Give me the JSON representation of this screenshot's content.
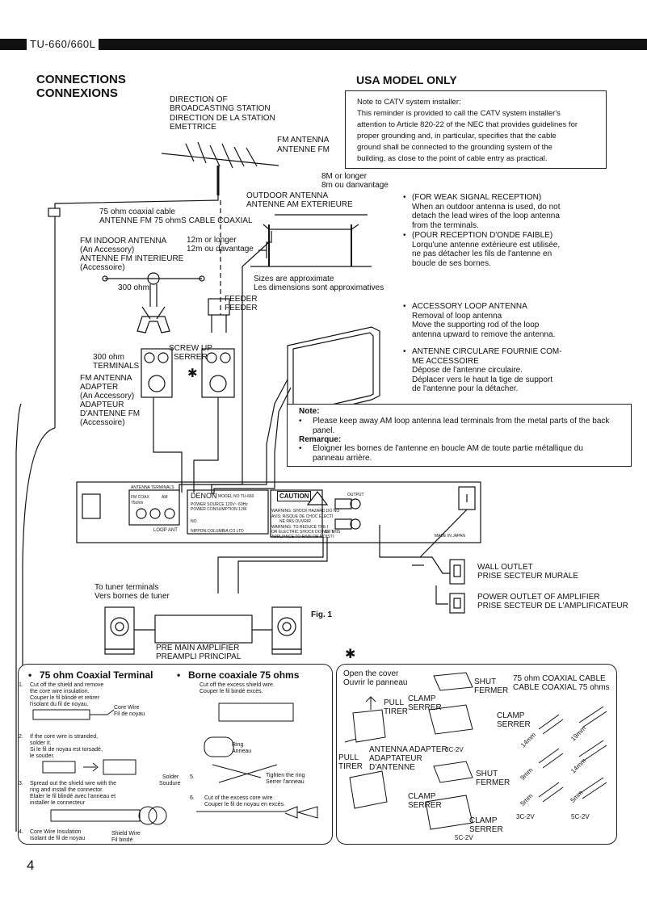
{
  "header": {
    "model": "TU-660/660L"
  },
  "titles": {
    "connections": "CONNECTIONS",
    "connexions": "CONNEXIONS",
    "usa": "USA MODEL ONLY"
  },
  "catv_note": {
    "line1": "Note to CATV system installer:",
    "line2": "This reminder is provided to call the CATV system installer's",
    "line3": "attention to Article 820-22 of the NEC that provides guidelines for",
    "line4": "proper grounding and, in particular, specifies that the cable",
    "line5": "ground shall be connected to the grounding system of the",
    "line6": "building, as close to the point of cable entry as practical."
  },
  "diagram": {
    "dir1": "DIRECTION OF",
    "dir2": "BROADCASTING STATION",
    "dir3": "DIRECTION DE LA STATION",
    "dir4": "EMETTRICE",
    "fm_ant1": "FM ANTENNA",
    "fm_ant2": "ANTENNE FM",
    "eight_m1": "8M or longer",
    "eight_m2": "8m ou danvantage",
    "outdoor1": "OUTDOOR ANTENNA",
    "outdoor2": "ANTENNE AM EXTERIEURE",
    "coax1": "75 ohm coaxial cable",
    "coax2": "ANTENNE FM 75 ohmS CABLE COAXIAL",
    "indoor1": "FM INDOOR ANTENNA",
    "indoor2": "(An Accessory)",
    "indoor3": "ANTENNE FM INTERIEURE",
    "indoor4": "(Accessoire)",
    "twelve1": "12m or longer",
    "twelve2": "12m ou davantage",
    "ohm300": "300 ohm",
    "sizes1": "Sizes are approximate",
    "sizes2": "Les dimensions sont approximatives",
    "feeder1": "FEEDER",
    "feeder2": "FEEDER",
    "screw1": "SCREW UP",
    "screw2": "SERRER",
    "term1": "300 ohm",
    "term2": "TERMINALS",
    "adapter1": "FM ANTENNA",
    "adapter2": "ADAPTER",
    "adapter3": "(An Accessory)",
    "adapter4": "ADAPTEUR",
    "adapter5": "D'ANTENNE FM",
    "adapter6": "(Accessoire)",
    "asterisk": "✱",
    "to_tuner1": "To tuner terminals",
    "to_tuner2": "Vers bornes de tuner",
    "pre1": "PRE MAIN AMPLIFIER",
    "pre2": "PREAMPLI PRINCIPAL",
    "fig": "Fig. 1",
    "wall1": "WALL OUTLET",
    "wall2": "PRISE SECTEUR MURALE",
    "power1": "POWER OUTLET OF AMPLIFIER",
    "power2": "PRISE SECTEUR DE L'AMPLIFICATEUR",
    "brand": "DENON",
    "caution": "CAUTION",
    "output": "OUTPUT",
    "made": "MADE IN JAPAN",
    "loop_ant": "LOOP ANT",
    "ant_term": "ANTENNA TERMINALS",
    "fm_coax": "FM COAX",
    "am": "AM",
    "ohm75": "75ohm",
    "model_line": "MODEL NO TU-660",
    "power_src": "POWER SOURCE 120V~ 60Hz",
    "power_cons": "POWER CONSUMPTION 12W",
    "no": "NO",
    "maker": "NIPPON COLUMBIA CO LTD",
    "warn1": "WARNING: SHOCK HAZARD DO NO",
    "warn2": "AVIS: RISQUE DE CHOC ELECTI",
    "warn3": "NE PAS OUVRIR",
    "warn4": "WARNING: TO REDUCE THE I",
    "warn5": "OR ELECTRIC SHOCK DO NOT E",
    "warn6": "APPLIANCE TO RAIN OR MOISTI",
    "warn_se": "SE THIS"
  },
  "bullets": {
    "weak1": "(FOR WEAK SIGNAL RECEPTION)",
    "weak2": "When an outdoor antenna is used, do not",
    "weak3": "detach the lead wires of the loop antenna",
    "weak4": "from the terminals.",
    "faible1": "(POUR RECEPTION D'ONDE FAIBLE)",
    "faible2": "Lorqu'une antenne extérieure est utilisée,",
    "faible3": "ne pas détacher les fils de l'antenne en",
    "faible4": "boucle de ses bornes.",
    "acc1": "ACCESSORY LOOP ANTENNA",
    "acc2": "Removal of loop antenna",
    "acc3": "Move the supporting rod of the loop",
    "acc4": "antenna upward to remove the antenna.",
    "circ1": "ANTENNE CIRCULARE FOURNIE COM-",
    "circ2": "ME ACCESSOIRE",
    "circ3": "Dépose de l'antenne circulaire.",
    "circ4": "Déplacer vers le haut la tige de support",
    "circ5": "de l'antenne pour la détacher.",
    "bullet": "•"
  },
  "note_box": {
    "note": "Note:",
    "n1": "Please keep away AM loop antenna lead terminals from the metal parts of the back",
    "n2": "panel.",
    "remarque": "Remarque:",
    "r1": "Eloigner les bornes de l'antenne en boucle AM de toute partie métallique du",
    "r2": "panneau arrière."
  },
  "coax_section": {
    "head_en": "75 ohm Coaxial Terminal",
    "head_fr": "Borne coaxiale 75 ohms",
    "s1a": "Cut off the shield and remove",
    "s1b": "the core wire insulation.",
    "s1c": "Couper le fil blindé et retirer",
    "s1d": "l'isolant du fil de noyau.",
    "core1": "Core Wire",
    "core2": "Fil de noyau",
    "s2a": "If the core wire is stranded,",
    "s2b": "solder it.",
    "s2c": "Si le fil de noyau est torsadé,",
    "s2d": "le souder.",
    "solder1": "Solder",
    "solder2": "Soudure",
    "s3a": "Spread out the shield wire with the",
    "s3b": "ring and install the connector.",
    "s3c": "Etaler le fil blindé avec l'anneau et",
    "s3d": "installer le connecteur",
    "s4a": "Core Wire Insulation",
    "s4b": "Isolant de fil de noyau",
    "shield1": "Shield Wire",
    "shield2": "Fil bindé",
    "r1": "Cut off the excess shield wire.",
    "r2": "Couper le fil bindé excès.",
    "ring1": "Ring",
    "ring2": "Anneau",
    "tight1": "Tighten the ring",
    "tight2": "Serrer l'anneau",
    "s6a": "Cut of the excess core wire",
    "s6b": "Couper le fil de noyau en excès.",
    "n1": "1.",
    "n2": "2.",
    "n3": "3.",
    "n4": "4.",
    "n5": "5.",
    "n6": "6."
  },
  "cover_section": {
    "asterisk": "✱",
    "open1": "Open the cover",
    "open2": "Ouvrir le panneau",
    "shut1": "SHUT",
    "shut2": "FERMER",
    "clamp1": "CLAMP",
    "clamp2": "SERRER",
    "pull1": "PULL",
    "pull2": "TIRER",
    "adp1": "ANTENNA ADAPTER",
    "adp2": "ADAPTATEUR",
    "adp3": "D'ANTENNE",
    "c3c2v": "3C-2V",
    "c5c2v": "5C-2V",
    "cable1": "75 ohm COAXIAL CABLE",
    "cable2": "CABLE COAXIAL 75 ohms",
    "m14": "14mm",
    "m19": "19mm",
    "m9": "9mm",
    "m5": "5mm"
  },
  "page_number": "4"
}
